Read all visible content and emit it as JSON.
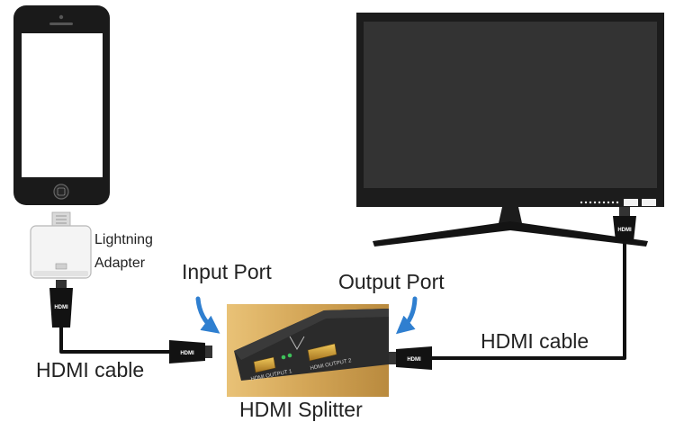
{
  "labels": {
    "lightning_line1": "Lightning",
    "lightning_line2": "Adapter",
    "input_port": "Input Port",
    "output_port": "Output Port",
    "hdmi_cable_left": "HDMI cable",
    "hdmi_cable_right": "HDMI cable",
    "hdmi_splitter": "HDMI Splitter"
  },
  "plug_logo": "HDMI",
  "splitter_ports": {
    "port1": "HDMI OUTPUT 1",
    "port2": "HDMI OUTPUT 2"
  },
  "colors": {
    "cable": "#111111",
    "arrow": "#2f7fd0",
    "monitor_body": "#1c1c1c",
    "monitor_screen": "#333333",
    "splitter_body": "#2b2b2b",
    "splitter_background": "#d8b060",
    "port_gold": "#c8962e"
  }
}
